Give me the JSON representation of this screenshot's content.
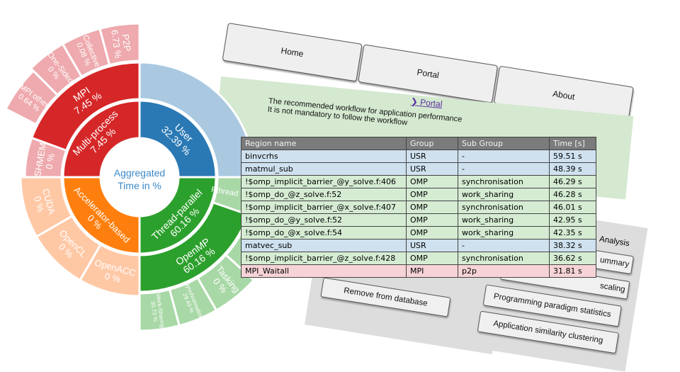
{
  "nav": {
    "home": "Home",
    "portal": "Portal",
    "about": "About"
  },
  "intro": {
    "portal_link": "❯ Portal",
    "line1": "The recommended workflow for application performance",
    "line2": "It is not mandatory to follow the workflow"
  },
  "panels": {
    "remove_button": "Remove from database",
    "analysis_title": "Analysis",
    "summary_fragment": "ummary",
    "scaling_fragment": "scaling",
    "paradigm_button": "Programming paradigm statistics",
    "clustering_button": "Application similarity clustering"
  },
  "sunburst": {
    "center_line1": "Aggregated",
    "center_line2": "Time in %",
    "colors": {
      "red": "#d62728",
      "light_red": "#eeaaae",
      "blue": "#2a79b4",
      "light_blue": "#aac9e1",
      "green": "#2ca02c",
      "light_green": "#a8d8a6",
      "orange": "#ff7f0e",
      "light_orange": "#ffc8a5",
      "center_text": "#3b89c9"
    },
    "segments": [
      {
        "name": "Multi-process",
        "value": "7.45 %"
      },
      {
        "name": "User",
        "value": "32.39 %"
      },
      {
        "name": "Thread-parallel",
        "value": "60.16 %"
      },
      {
        "name": "Accelerator-based",
        "value": "0 %"
      },
      {
        "name": "MPI",
        "value": "7.45 %"
      },
      {
        "name": "SHMEM",
        "value": "0 %"
      },
      {
        "name": "",
        "value": ""
      },
      {
        "name": "OpenMP",
        "value": "60.16 %"
      },
      {
        "name": "Pthread",
        "value": ""
      },
      {
        "name": "CUDA",
        "value": "0 %"
      },
      {
        "name": "OpenCL",
        "value": "0 %"
      },
      {
        "name": "OpenACC",
        "value": "0 %"
      },
      {
        "name": "P2P",
        "value": "6.73 %"
      },
      {
        "name": "Collective",
        "value": "0.08 %"
      },
      {
        "name": "One-Sided",
        "value": "0 %"
      },
      {
        "name": "MPI other",
        "value": "0.64 %"
      },
      {
        "name": "Work-Sharing",
        "value": "30.73 %"
      },
      {
        "name": "Synchronisation",
        "value": "29.43 %"
      },
      {
        "name": "Tasking",
        "value": "0 %"
      },
      {
        "name": "",
        "value": ""
      }
    ]
  },
  "table": {
    "headers": [
      "Region name",
      "Group",
      "Sub Group",
      "Time [s]"
    ],
    "rows": [
      [
        "binvcrhs",
        "USR",
        "-",
        "59.51 s"
      ],
      [
        "matmul_sub",
        "USR",
        "-",
        "48.39 s"
      ],
      [
        "!$omp_implicit_barrier_@y_solve.f:406",
        "OMP",
        "synchronisation",
        "46.29 s"
      ],
      [
        "!$omp_do_@z_solve.f:52",
        "OMP",
        "work_sharing",
        "46.28 s"
      ],
      [
        "!$omp_implicit_barrier_@x_solve.f:407",
        "OMP",
        "synchronisation",
        "46.01 s"
      ],
      [
        "!$omp_do_@y_solve.f:52",
        "OMP",
        "work_sharing",
        "42.95 s"
      ],
      [
        "!$omp_do_@x_solve.f:54",
        "OMP",
        "work_sharing",
        "42.35 s"
      ],
      [
        "matvec_sub",
        "USR",
        "-",
        "38.32 s"
      ],
      [
        "!$omp_implicit_barrier_@z_solve.f:428",
        "OMP",
        "synchronisation",
        "36.62 s"
      ],
      [
        "MPI_Waitall",
        "MPI",
        "p2p",
        "31.81 s"
      ]
    ]
  }
}
